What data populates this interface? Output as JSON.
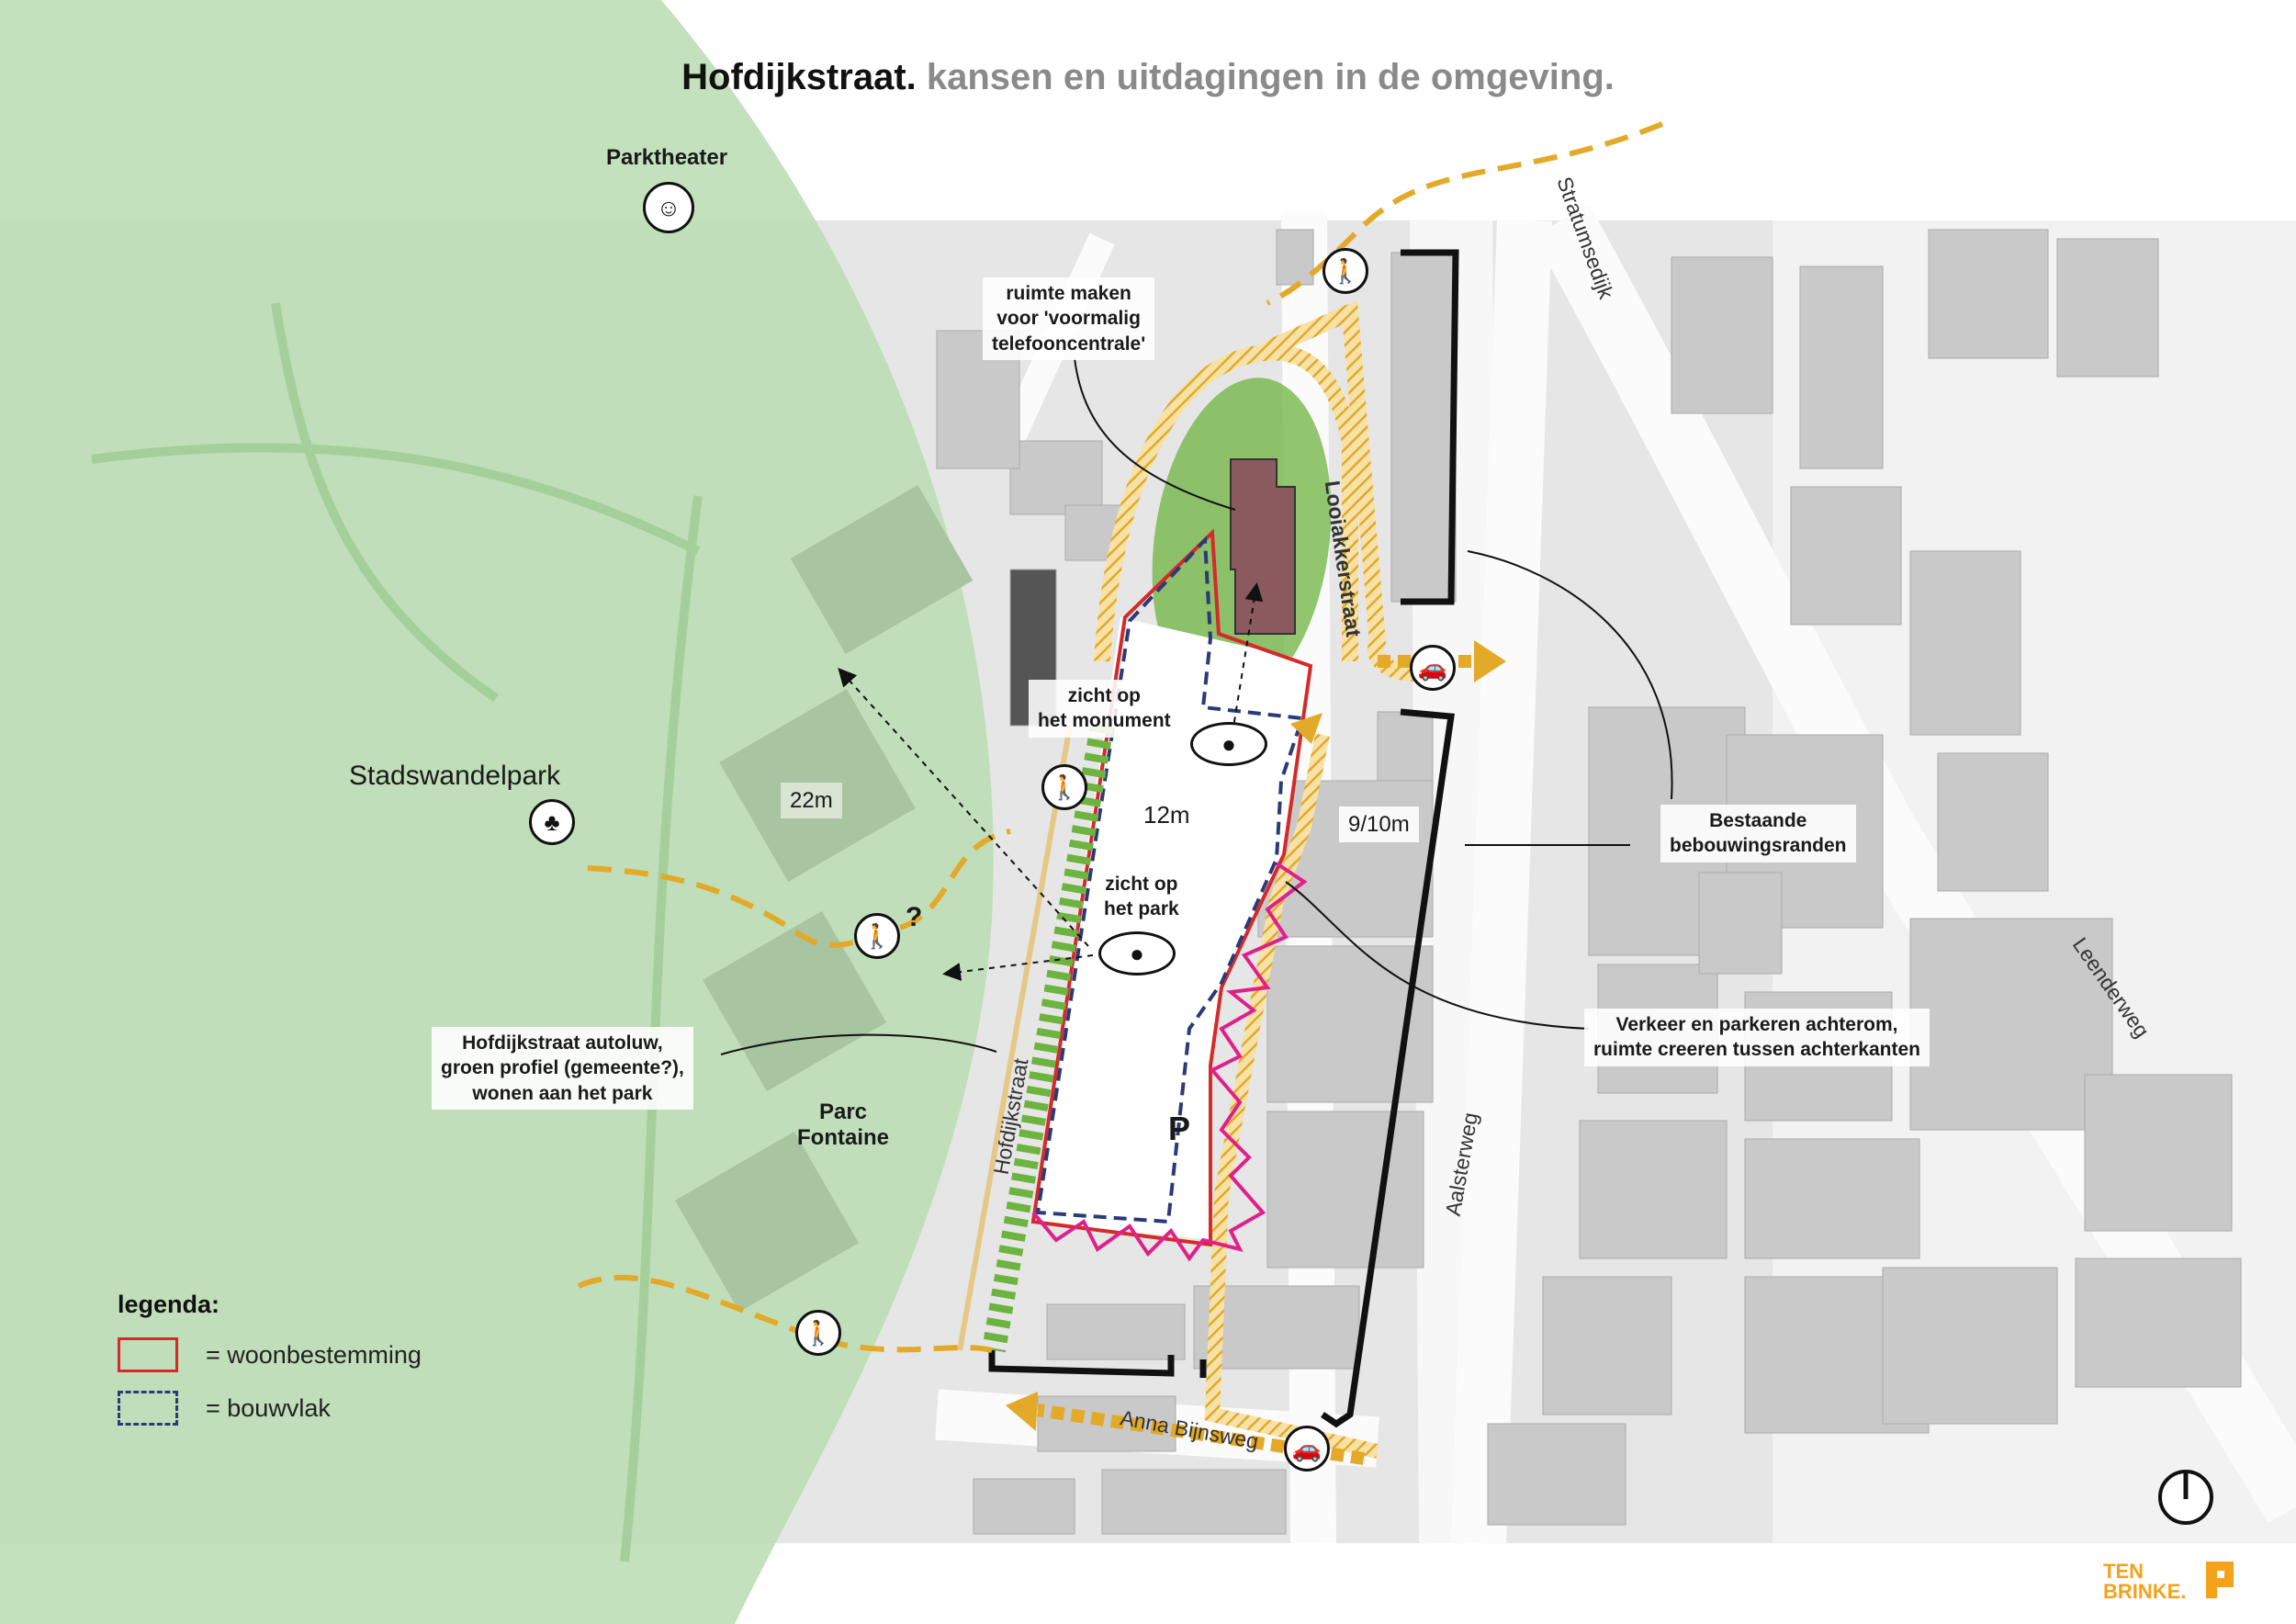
{
  "title": {
    "bold": "Hofdijkstraat.",
    "rest": "kansen en uitdagingen in de omgeving."
  },
  "places": {
    "parktheater": "Parktheater",
    "stadswandelpark": "Stadswandelpark",
    "parc_fontaine": "Parc\nFontaine"
  },
  "streets": {
    "stratumsedijk": "Stratumsedijk",
    "looiakkerstraat": "Looiakkerstraat",
    "hofdijkstraat": "Hofdijkstraat",
    "aalsterweg": "Aalsterweg",
    "anna_bijnsweg": "Anna Bijnsweg",
    "leenderweg": "Leenderweg"
  },
  "annotations": {
    "telefooncentrale": "ruimte maken\nvoor 'voormalig\ntelefooncentrale'",
    "zicht_monument": "zicht op\nhet monument",
    "zicht_park": "zicht op\nhet park",
    "bebouwingsranden": "Bestaande\nbebouwingsranden",
    "verkeer": "Verkeer en parkeren achterom,\nruimte creeren tussen achterkanten",
    "hofdijk_autoluw": "Hofdijkstraat autoluw,\ngroen profiel (gemeente?),\nwonen aan het park"
  },
  "distances": {
    "d22": "22m",
    "d12": "12m",
    "d9": "9/10m"
  },
  "symbols": {
    "parking": "P",
    "question": "?"
  },
  "icons": [
    "theater-masks-icon",
    "pedestrian-icon",
    "car-icon",
    "park-icon",
    "north-arrow-icon",
    "eye-icon"
  ],
  "legend": {
    "title": "legenda:",
    "items": [
      {
        "label": "= woonbestemming",
        "color": "#d42a2a"
      },
      {
        "label": "= bouwvlak",
        "color": "#2b3a78"
      }
    ]
  },
  "logo": {
    "line1": "TEN",
    "line2": "BRINKE."
  },
  "colors": {
    "park": "#b9dcb0",
    "accent": "#e3a928",
    "green_stripe": "#6db33f",
    "magenta": "#e0208a",
    "monument": "#8b5a5e"
  }
}
